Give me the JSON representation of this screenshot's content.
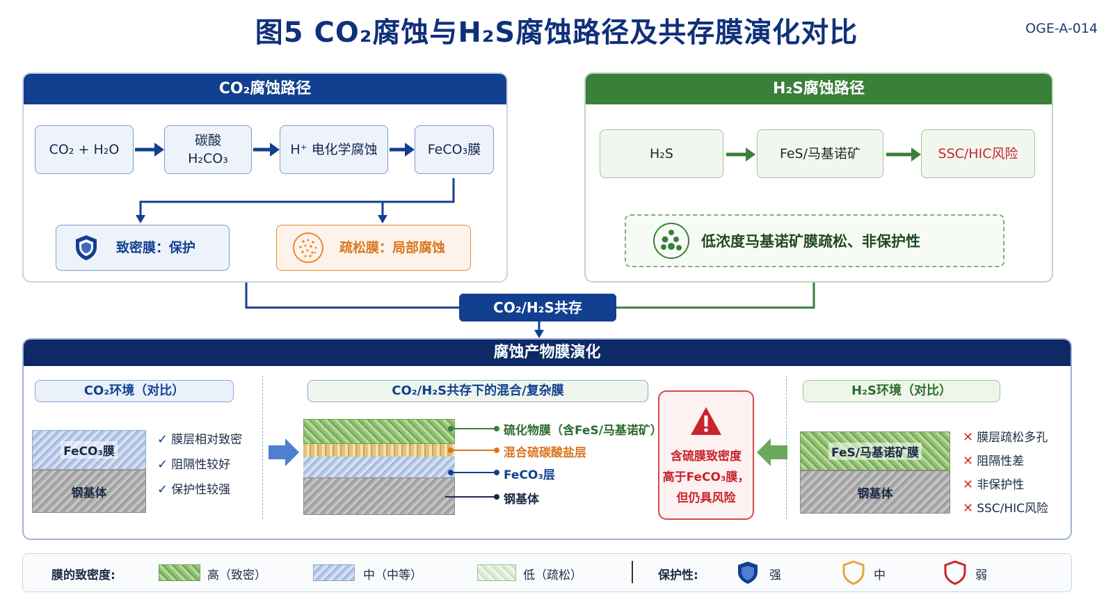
{
  "title": "图5 CO₂腐蚀与H₂S腐蚀路径及共存膜演化对比",
  "code": "OGE-A-014",
  "co2_path": {
    "header": "CO₂腐蚀路径",
    "steps": [
      "CO₂ + H₂O",
      "碳酸",
      "H₂CO₃",
      "H⁺ 电化学腐蚀",
      "FeCO₃膜"
    ],
    "dense_label": "致密膜：保护",
    "loose_label": "疏松膜：局部腐蚀"
  },
  "h2s_path": {
    "header": "H₂S腐蚀路径",
    "steps": [
      "H₂S",
      "FeS/马基诺矿",
      "SSC/HIC风险"
    ],
    "note": "低浓度马基诺矿膜疏松、非保护性"
  },
  "coexist_label": "CO₂/H₂S共存",
  "evolution": {
    "header": "腐蚀产物膜演化",
    "co2_env": {
      "tag": "CO₂环境（对比）",
      "film": "FeCO₃膜",
      "base": "钢基体",
      "points": [
        "膜层相对致密",
        "阻隔性较好",
        "保护性较强"
      ]
    },
    "mixed": {
      "tag": "CO₂/H₂S共存下的混合/复杂膜",
      "layers": [
        "硫化物膜（含FeS/马基诺矿）",
        "混合硫碳酸盐层",
        "FeCO₃层",
        "钢基体"
      ],
      "warning": [
        "含硫膜致密度",
        "高于FeCO₃膜，",
        "但仍具风险"
      ]
    },
    "h2s_env": {
      "tag": "H₂S环境（对比）",
      "film": "FeS/马基诺矿膜",
      "base": "钢基体",
      "points": [
        "膜层疏松多孔",
        "阻隔性差",
        "非保护性",
        "SSC/HIC风险"
      ]
    }
  },
  "legend": {
    "density_label": "膜的致密度:",
    "density_items": [
      "高（致密）",
      "中（中等）",
      "低（疏松）"
    ],
    "protect_label": "保护性:",
    "protect_items": [
      "强",
      "中",
      "弱"
    ]
  },
  "colors": {
    "blue": "#123f8f",
    "green": "#3a7f3a",
    "orange": "#e88a2c",
    "red": "#c8242c"
  }
}
